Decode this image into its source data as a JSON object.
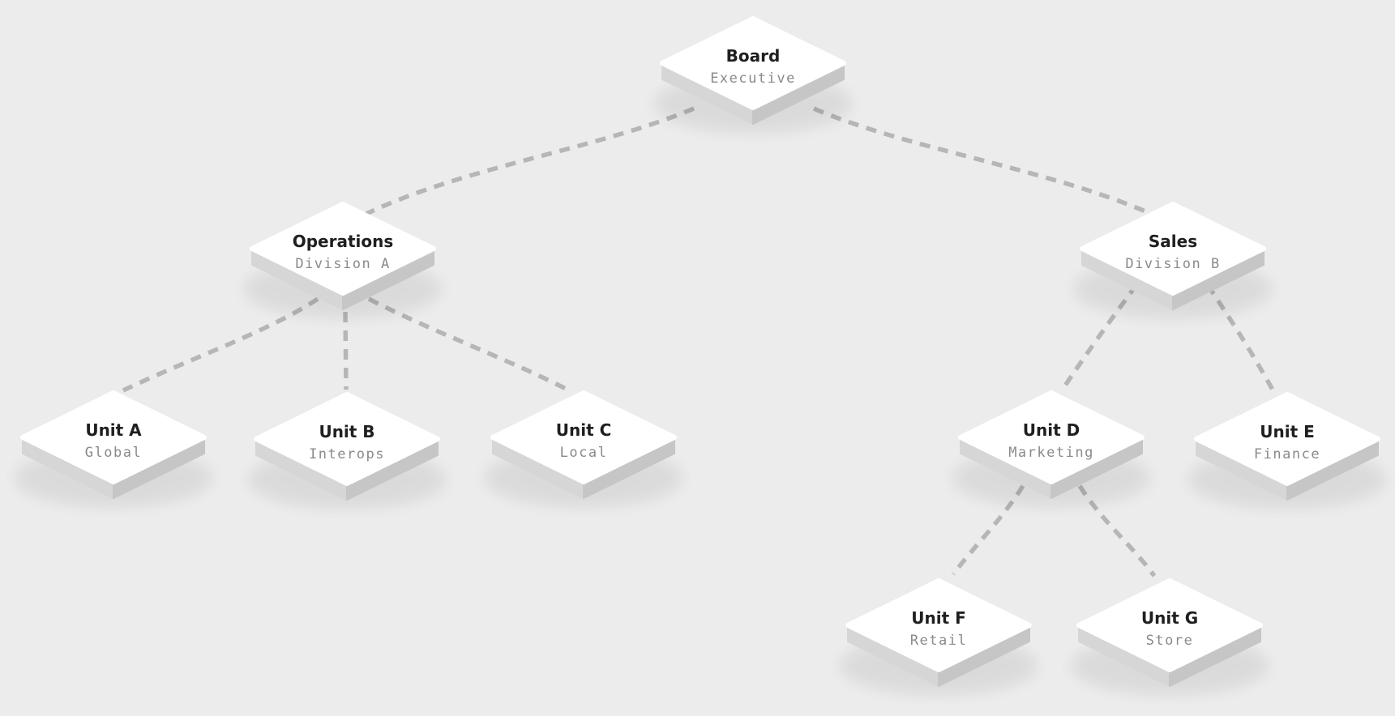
{
  "diagram_type": "isometric-org-chart",
  "colors": {
    "background": "#ececec",
    "tile_top": "#ffffff",
    "tile_left": "#d6d6d6",
    "tile_right": "#c6c6c6",
    "connector": "#b6b6b6",
    "node_title": "#1f1f1f",
    "node_subtitle": "#8a8a8a"
  },
  "nodes": [
    {
      "id": "board",
      "title": "Board",
      "subtitle": "Executive"
    },
    {
      "id": "operations",
      "title": "Operations",
      "subtitle": "Division A"
    },
    {
      "id": "sales",
      "title": "Sales",
      "subtitle": "Division B"
    },
    {
      "id": "unit-a",
      "title": "Unit A",
      "subtitle": "Global"
    },
    {
      "id": "unit-b",
      "title": "Unit B",
      "subtitle": "Interops"
    },
    {
      "id": "unit-c",
      "title": "Unit C",
      "subtitle": "Local"
    },
    {
      "id": "unit-d",
      "title": "Unit D",
      "subtitle": "Marketing"
    },
    {
      "id": "unit-e",
      "title": "Unit E",
      "subtitle": "Finance"
    },
    {
      "id": "unit-f",
      "title": "Unit F",
      "subtitle": "Retail"
    },
    {
      "id": "unit-g",
      "title": "Unit G",
      "subtitle": "Store"
    }
  ],
  "edges": [
    {
      "from": "Board",
      "to": "Operations"
    },
    {
      "from": "Board",
      "to": "Sales"
    },
    {
      "from": "Operations",
      "to": "Unit A"
    },
    {
      "from": "Operations",
      "to": "Unit B"
    },
    {
      "from": "Operations",
      "to": "Unit C"
    },
    {
      "from": "Sales",
      "to": "Unit D"
    },
    {
      "from": "Sales",
      "to": "Unit E"
    },
    {
      "from": "Unit D",
      "to": "Unit F"
    },
    {
      "from": "Unit D",
      "to": "Unit G"
    }
  ]
}
